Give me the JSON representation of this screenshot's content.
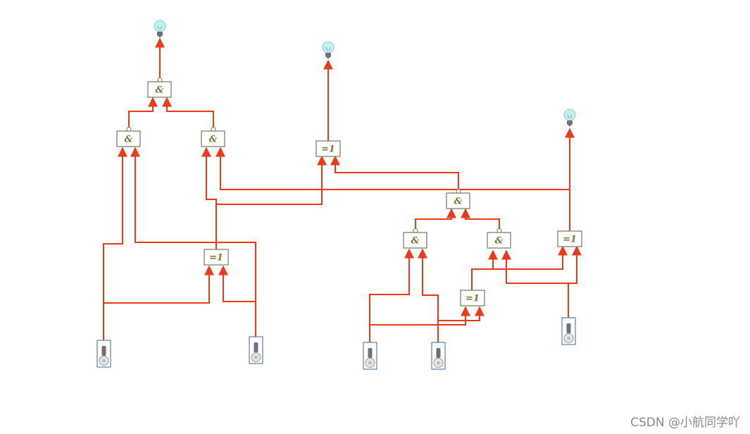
{
  "colors": {
    "wire": "#f03a17",
    "gate_border": "#6f7d5f",
    "gate_text": "#7c7430",
    "switch_border": "#3a6a9c",
    "bulb_glass": "#bff1ee",
    "bulb_base": "#6f6f7f"
  },
  "gates": {
    "g1": {
      "label": "&",
      "inverted": true
    },
    "g2": {
      "label": "&",
      "inverted": true
    },
    "g3": {
      "label": "&",
      "inverted": true
    },
    "g4": {
      "label": "=1",
      "inverted": false
    },
    "g5": {
      "label": "=1",
      "inverted": false
    },
    "g6": {
      "label": "&",
      "inverted": true
    },
    "g7": {
      "label": "&",
      "inverted": true
    },
    "g8": {
      "label": "&",
      "inverted": true
    },
    "g9": {
      "label": "=1",
      "inverted": false
    },
    "g10": {
      "label": "=1",
      "inverted": false
    }
  },
  "icons": {
    "output": "light-bulb-icon",
    "input": "toggle-switch-icon"
  },
  "watermark": "CSDN @小航同学吖"
}
